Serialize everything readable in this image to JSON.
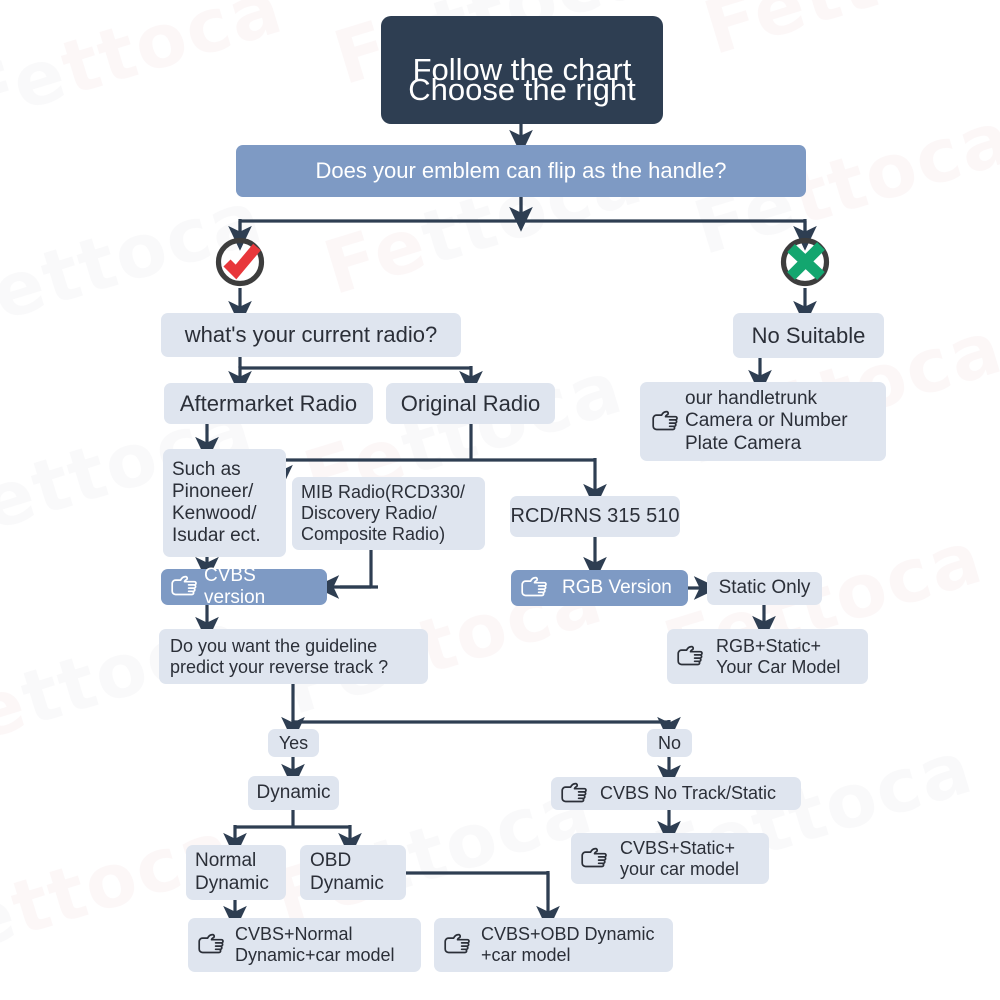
{
  "meta": {
    "title_line1": "Follow the chart",
    "title_line2": "Choose the right",
    "watermark_text": "Fettoca"
  },
  "colors": {
    "header_dark": "#2e3e52",
    "accent_blue": "#7e9ac4",
    "node_light": "#dfe5ef",
    "line": "#2e3e52",
    "check_red": "#e8373b",
    "cross_green": "#13a66f",
    "ring_dark": "#3d3d3d",
    "text_dark": "#2b2f38",
    "text_light": "#ffffff"
  },
  "icons": {
    "hand": "pointing-hand-icon",
    "check": "check-circle-icon",
    "cross": "cross-circle-icon"
  },
  "nodes": {
    "title": "Follow the chart\nChoose the right",
    "q_emblem": "Does your emblem can flip as the handle?",
    "q_radio": "what's your current radio?",
    "no_suitable": "No Suitable",
    "handletrunk": "our handletrunk\nCamera or Number\nPlate Camera",
    "aftermarket": "Aftermarket Radio",
    "original": "Original Radio",
    "such_as": "Such as\nPinoneer/\nKenwood/\nIsudar ect.",
    "mib": "MIB Radio(RCD330/\nDiscovery Radio/\nComposite Radio)",
    "rcd_rns": "RCD/RNS 315 510",
    "cvbs_version": "CVBS version",
    "rgb_version": "RGB Version",
    "static_only": "Static Only",
    "rgb_static": "RGB+Static+\nYour Car Model",
    "q_guideline": "Do you want the guideline\npredict your reverse track ?",
    "yes": "Yes",
    "no": "No",
    "dynamic": "Dynamic",
    "normal_dynamic": "Normal\nDynamic",
    "obd_dynamic": "OBD\nDynamic",
    "cvbs_notrack": "CVBS  No Track/Static",
    "cvbs_static_car": "CVBS+Static+\nyour car model",
    "cvbs_normal_car": "CVBS+Normal\nDynamic+car model",
    "cvbs_obd_car": "CVBS+OBD Dynamic\n+car model"
  }
}
